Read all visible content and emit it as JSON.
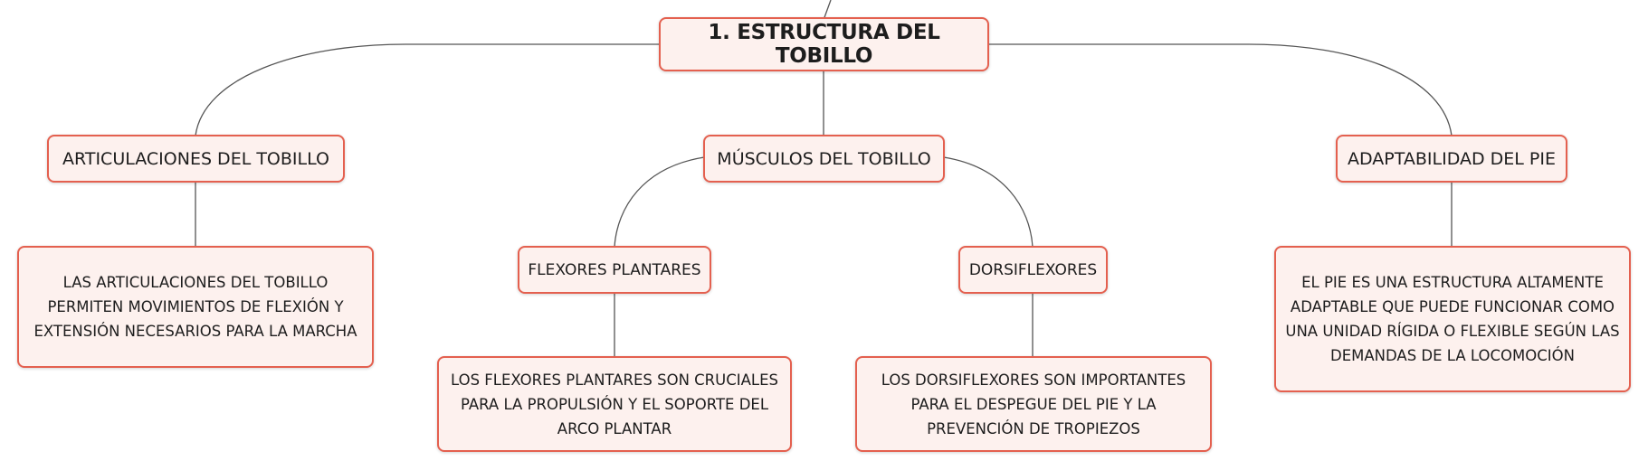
{
  "diagram": {
    "root": {
      "label": "1. ESTRUCTURA DEL TOBILLO"
    },
    "articulaciones": {
      "label": "ARTICULACIONES DEL TOBILLO",
      "detail": "LAS ARTICULACIONES DEL TOBILLO PERMITEN MOVIMIENTOS DE FLEXIÓN Y EXTENSIÓN NECESARIOS PARA LA MARCHA"
    },
    "musculos": {
      "label": "MÚSCULOS DEL TOBILLO",
      "flexores": {
        "label": "FLEXORES PLANTARES",
        "detail": "LOS FLEXORES PLANTARES SON CRUCIALES PARA LA PROPULSIÓN Y EL SOPORTE DEL ARCO PLANTAR"
      },
      "dorsiflexores": {
        "label": "DORSIFLEXORES",
        "detail": "LOS DORSIFLEXORES SON IMPORTANTES PARA EL DESPEGUE DEL PIE Y LA PREVENCIÓN DE TROPIEZOS"
      }
    },
    "adaptabilidad": {
      "label": "ADAPTABILIDAD DEL PIE",
      "detail": "EL PIE ES UNA ESTRUCTURA ALTAMENTE ADAPTABLE QUE PUEDE FUNCIONAR COMO UNA UNIDAD RÍGIDA O FLEXIBLE SEGÚN LAS DEMANDAS DE LA LOCOMOCIÓN"
    }
  },
  "colors": {
    "node_border": "#e4604f",
    "node_fill": "#fdf1ee",
    "connector": "#555555",
    "text": "#1d1d1d"
  }
}
